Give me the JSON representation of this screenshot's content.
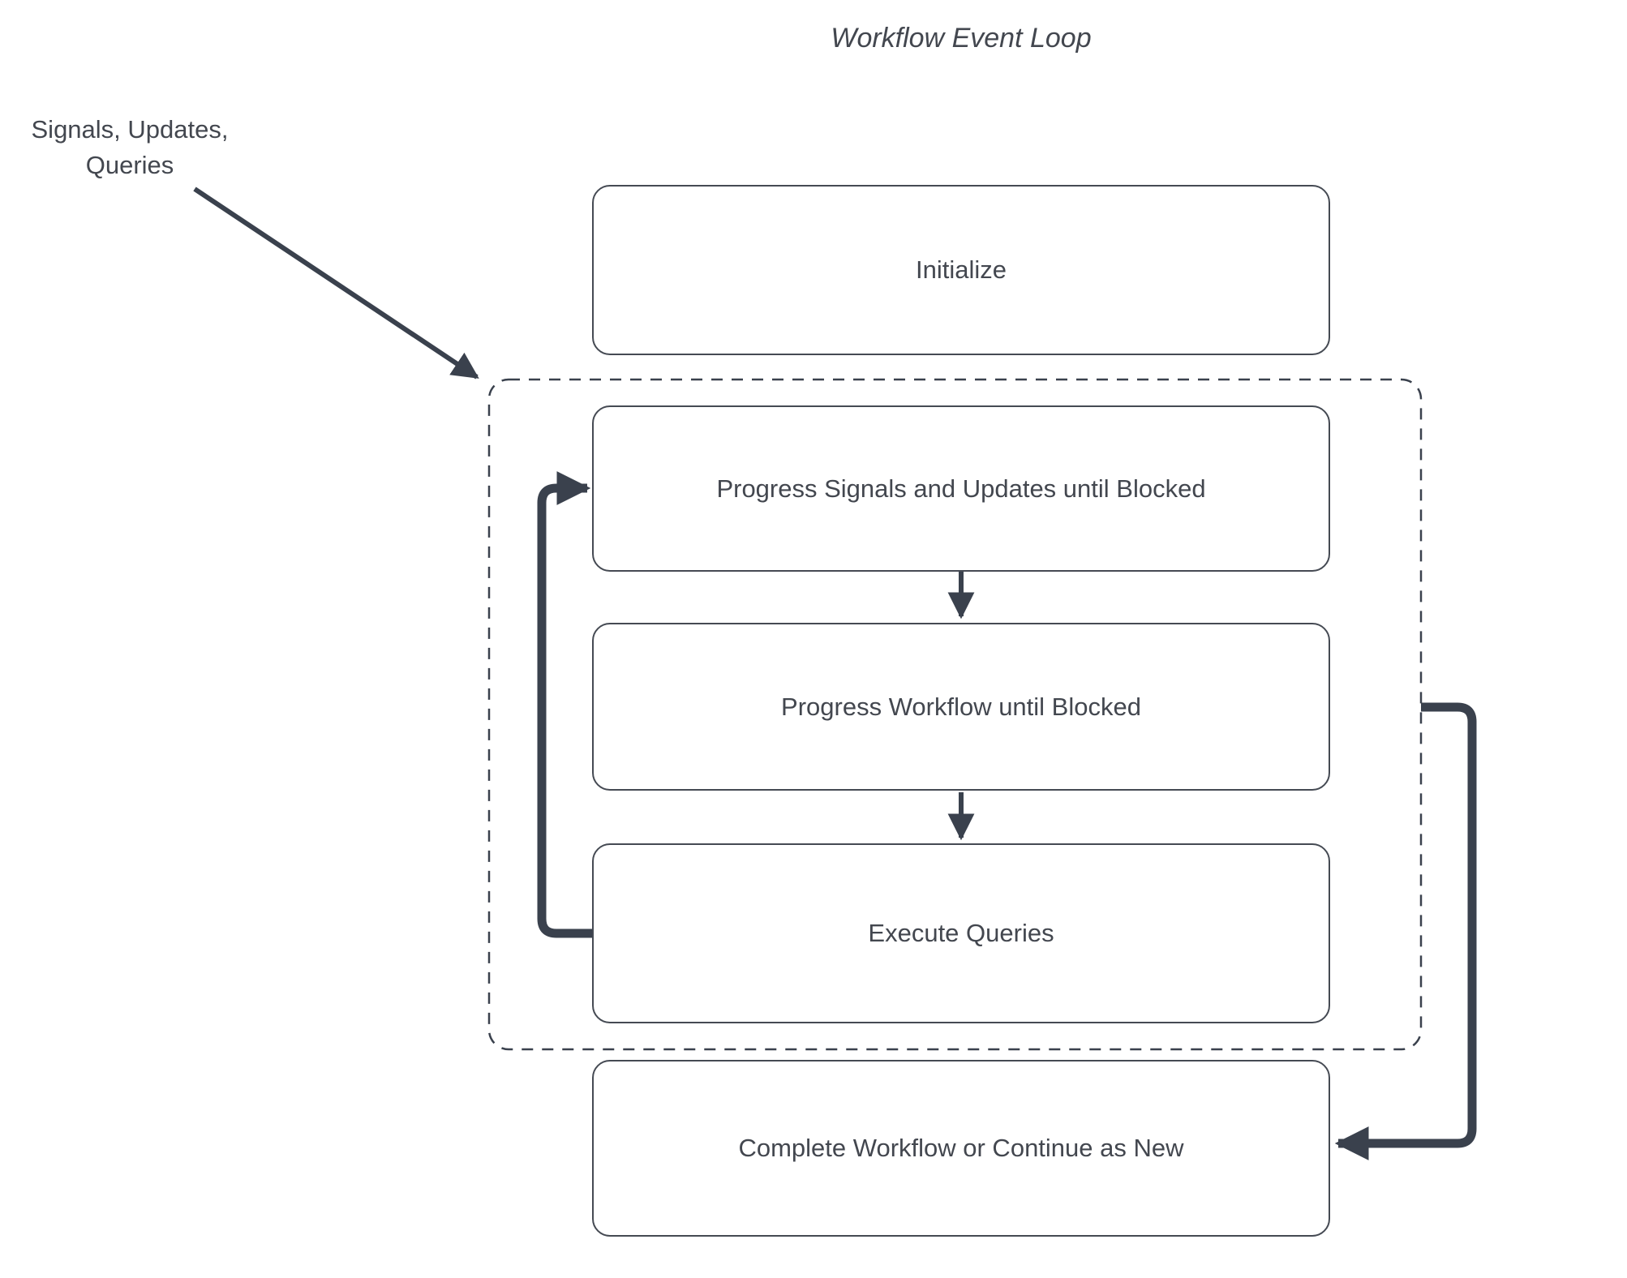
{
  "title": "Workflow Event Loop",
  "annotation": {
    "line1": "Signals, Updates,",
    "line2": "Queries"
  },
  "nodes": [
    {
      "id": "initialize",
      "label": "Initialize"
    },
    {
      "id": "progress-signals",
      "label": "Progress Signals and Updates until Blocked"
    },
    {
      "id": "progress-workflow",
      "label": "Progress Workflow until Blocked"
    },
    {
      "id": "execute-queries",
      "label": "Execute Queries"
    },
    {
      "id": "complete",
      "label": "Complete Workflow or Continue as New"
    }
  ],
  "edges": [
    {
      "from": "annotation",
      "to": "event-loop-container",
      "style": "thin-diagonal-arrow"
    },
    {
      "from": "progress-signals",
      "to": "progress-workflow",
      "style": "thin-down-arrow"
    },
    {
      "from": "progress-workflow",
      "to": "execute-queries",
      "style": "thin-down-arrow"
    },
    {
      "from": "execute-queries",
      "to": "progress-signals",
      "style": "thick-left-loop-arrow"
    },
    {
      "from": "event-loop-container",
      "to": "complete",
      "style": "thick-right-exit-arrow"
    }
  ],
  "container": {
    "id": "event-loop-container",
    "style": "dashed-rounded-rectangle"
  },
  "colors": {
    "line": "#3a414d",
    "text": "#43474f",
    "box_border": "#454a53",
    "bg": "#ffffff"
  }
}
